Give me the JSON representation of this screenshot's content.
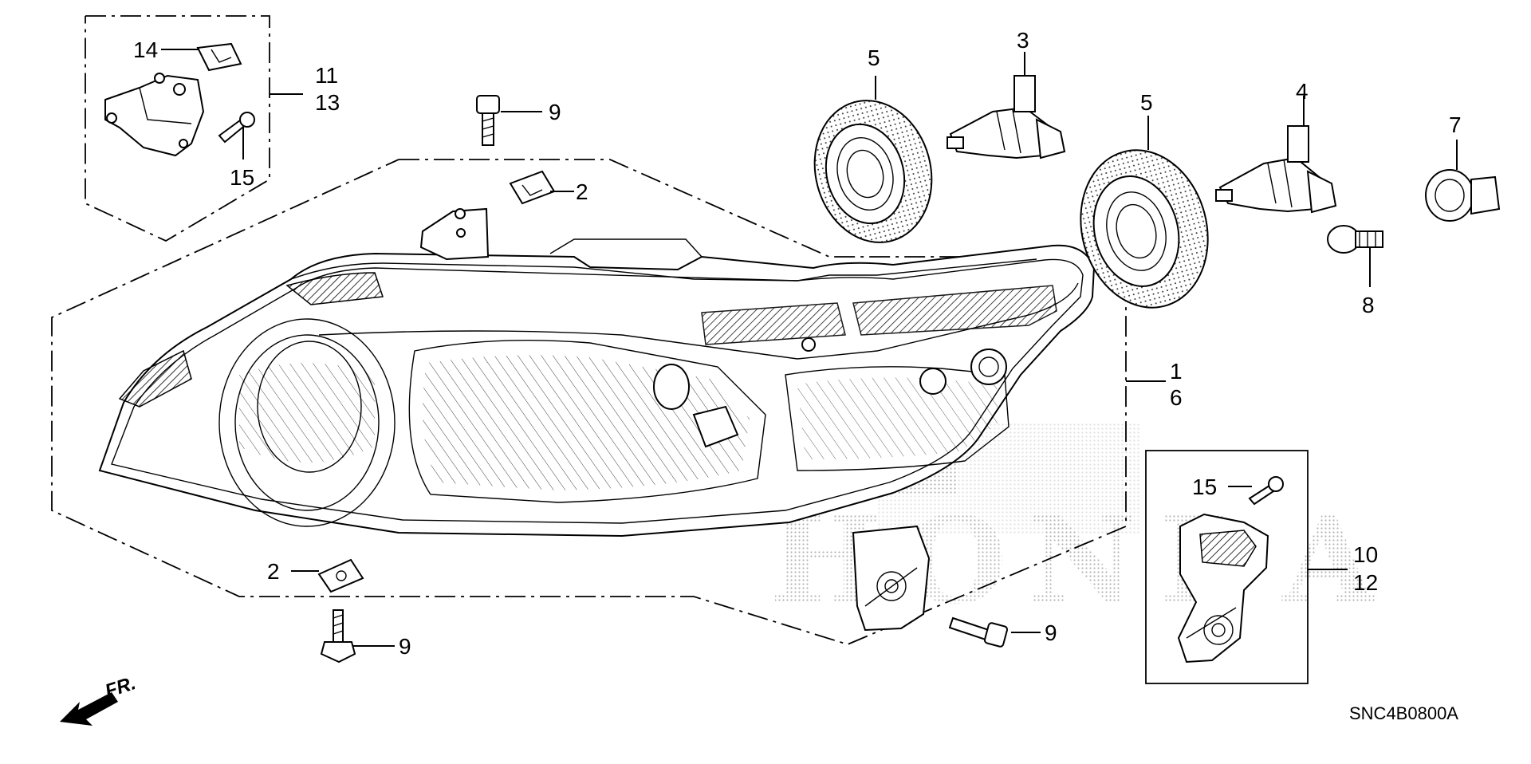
{
  "diagram": {
    "code": "SNC4B0800A",
    "direction_label": "FR.",
    "watermark": "HONDA",
    "callouts": [
      {
        "id": "c-14",
        "text": "14"
      },
      {
        "id": "c-11",
        "text": "11"
      },
      {
        "id": "c-13",
        "text": "13"
      },
      {
        "id": "c-15a",
        "text": "15"
      },
      {
        "id": "c-9a",
        "text": "9"
      },
      {
        "id": "c-2a",
        "text": "2"
      },
      {
        "id": "c-5a",
        "text": "5"
      },
      {
        "id": "c-3",
        "text": "3"
      },
      {
        "id": "c-5b",
        "text": "5"
      },
      {
        "id": "c-4",
        "text": "4"
      },
      {
        "id": "c-7",
        "text": "7"
      },
      {
        "id": "c-8",
        "text": "8"
      },
      {
        "id": "c-1",
        "text": "1"
      },
      {
        "id": "c-6",
        "text": "6"
      },
      {
        "id": "c-15b",
        "text": "15"
      },
      {
        "id": "c-10",
        "text": "10"
      },
      {
        "id": "c-12",
        "text": "12"
      },
      {
        "id": "c-2b",
        "text": "2"
      },
      {
        "id": "c-9b",
        "text": "9"
      },
      {
        "id": "c-9c",
        "text": "9"
      }
    ]
  }
}
